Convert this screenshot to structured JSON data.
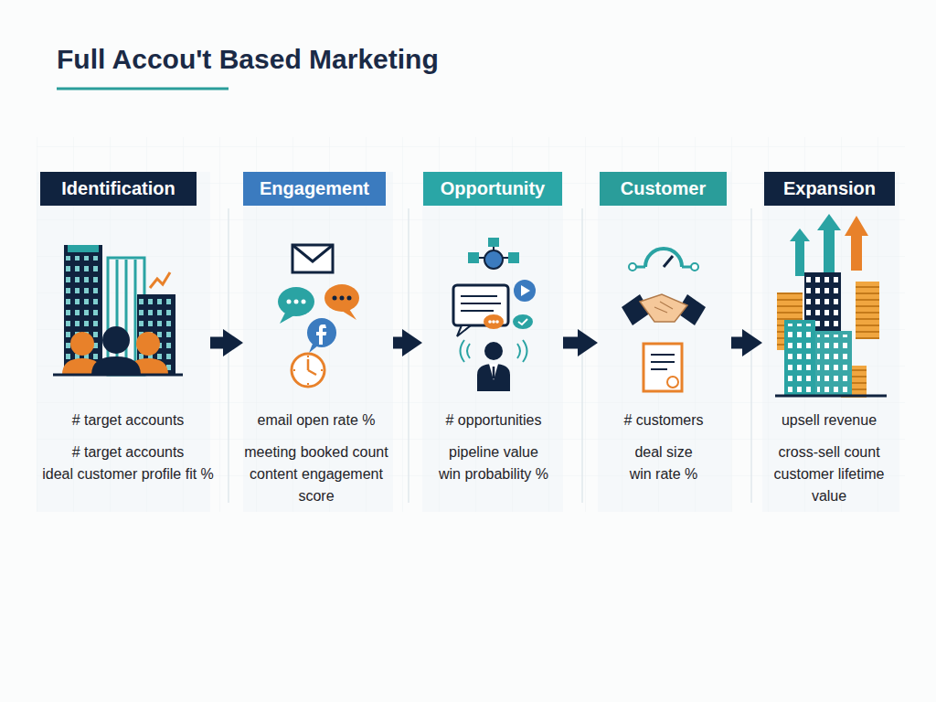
{
  "diagram": {
    "title": "Full Accou't Based Marketing",
    "nodes": [
      {
        "text": [
          "# target accounts",
          "# target accounts",
          "ideal customer profile fit %"
        ]
      },
      {
        "text": [
          "Identification"
        ],
        "in": 0
      },
      {
        "text": [
          "email open rate %",
          "meeting booked count",
          "content engagement score"
        ]
      },
      {
        "text": [
          "Engagement"
        ],
        "in": 2
      },
      {
        "text": [
          "# opportunities",
          "pipeline value",
          "win probability %"
        ]
      },
      {
        "text": [
          "Opportunity"
        ],
        "in": 4
      },
      {
        "text": [
          "# customers",
          "deal size",
          "win rate %"
        ]
      },
      {
        "text": [
          "Customer"
        ],
        "in": 6
      },
      {
        "text": [
          "upsell revenue",
          "cross-sell count",
          "customer lifetime value"
        ]
      },
      {
        "text": [
          "Expansion"
        ],
        "in": 8
      }
    ],
    "edges": [
      {
        "from": 0,
        "to": 2,
        "arrow": "to"
      },
      {
        "from": 2,
        "to": 4,
        "arrow": "to"
      },
      {
        "from": 4,
        "to": 6,
        "arrow": "to"
      },
      {
        "from": 6,
        "to": 8,
        "arrow": "to"
      }
    ]
  }
}
